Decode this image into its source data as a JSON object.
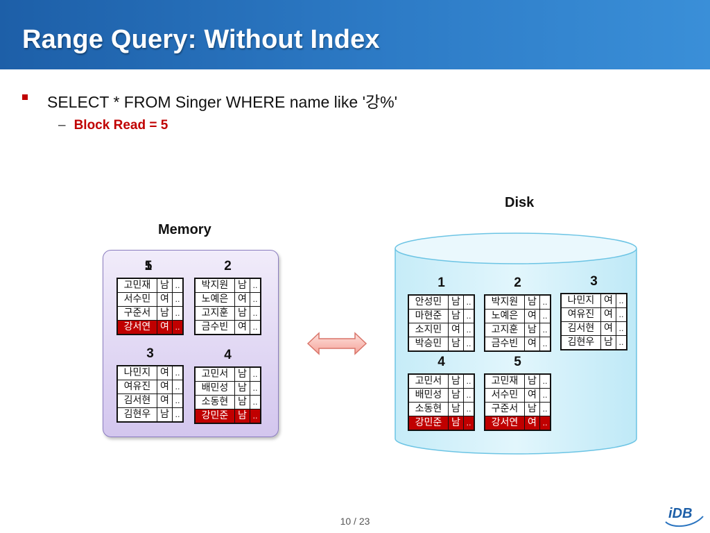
{
  "slide": {
    "title": "Range Query: Without Index",
    "bullet": "SELECT * FROM Singer WHERE name like '강%'",
    "sub_bullet": "Block Read = 5",
    "footer_page": "10 / 23",
    "logo_text": "iDB",
    "accent_color": "#c00000",
    "title_bar_color": "#2a74c0"
  },
  "memory": {
    "label": "Memory",
    "overlap_label_a": "5",
    "overlap_label_b": "1",
    "blocks": [
      {
        "num": "",
        "rows": [
          {
            "name": "고민재",
            "sex": "남",
            "dots": "..",
            "hl": false
          },
          {
            "name": "서수민",
            "sex": "여",
            "dots": "..",
            "hl": false
          },
          {
            "name": "구준서",
            "sex": "남",
            "dots": "..",
            "hl": false
          },
          {
            "name": "강서연",
            "sex": "여",
            "dots": "..",
            "hl": true
          }
        ]
      },
      {
        "num": "2",
        "rows": [
          {
            "name": "박지원",
            "sex": "남",
            "dots": "..",
            "hl": false
          },
          {
            "name": "노예은",
            "sex": "여",
            "dots": "..",
            "hl": false
          },
          {
            "name": "고지훈",
            "sex": "남",
            "dots": "..",
            "hl": false
          },
          {
            "name": "금수빈",
            "sex": "여",
            "dots": "..",
            "hl": false
          }
        ]
      },
      {
        "num": "3",
        "rows": [
          {
            "name": "나민지",
            "sex": "여",
            "dots": "..",
            "hl": false
          },
          {
            "name": "여유진",
            "sex": "여",
            "dots": "..",
            "hl": false
          },
          {
            "name": "김서현",
            "sex": "여",
            "dots": "..",
            "hl": false
          },
          {
            "name": "김현우",
            "sex": "남",
            "dots": "..",
            "hl": false
          }
        ]
      },
      {
        "num": "4",
        "rows": [
          {
            "name": "고민서",
            "sex": "남",
            "dots": "..",
            "hl": false
          },
          {
            "name": "배민성",
            "sex": "남",
            "dots": "..",
            "hl": false
          },
          {
            "name": "소동현",
            "sex": "남",
            "dots": "..",
            "hl": false
          },
          {
            "name": "강민준",
            "sex": "남",
            "dots": "..",
            "hl": true
          }
        ]
      }
    ]
  },
  "disk": {
    "label": "Disk",
    "blocks": [
      {
        "num": "1",
        "rows": [
          {
            "name": "안성민",
            "sex": "남",
            "dots": "..",
            "hl": false
          },
          {
            "name": "마현준",
            "sex": "남",
            "dots": "..",
            "hl": false
          },
          {
            "name": "소지민",
            "sex": "여",
            "dots": "..",
            "hl": false
          },
          {
            "name": "박승민",
            "sex": "남",
            "dots": "..",
            "hl": false
          }
        ]
      },
      {
        "num": "2",
        "rows": [
          {
            "name": "박지원",
            "sex": "남",
            "dots": "..",
            "hl": false
          },
          {
            "name": "노예은",
            "sex": "여",
            "dots": "..",
            "hl": false
          },
          {
            "name": "고지훈",
            "sex": "남",
            "dots": "..",
            "hl": false
          },
          {
            "name": "금수빈",
            "sex": "여",
            "dots": "..",
            "hl": false
          }
        ]
      },
      {
        "num": "3",
        "rows": [
          {
            "name": "나민지",
            "sex": "여",
            "dots": "..",
            "hl": false
          },
          {
            "name": "여유진",
            "sex": "여",
            "dots": "..",
            "hl": false
          },
          {
            "name": "김서현",
            "sex": "여",
            "dots": "..",
            "hl": false
          },
          {
            "name": "김현우",
            "sex": "남",
            "dots": "..",
            "hl": false
          }
        ]
      },
      {
        "num": "4",
        "rows": [
          {
            "name": "고민서",
            "sex": "남",
            "dots": "..",
            "hl": false
          },
          {
            "name": "배민성",
            "sex": "남",
            "dots": "..",
            "hl": false
          },
          {
            "name": "소동현",
            "sex": "남",
            "dots": "..",
            "hl": false
          },
          {
            "name": "강민준",
            "sex": "남",
            "dots": "..",
            "hl": true
          }
        ]
      },
      {
        "num": "5",
        "rows": [
          {
            "name": "고민재",
            "sex": "남",
            "dots": "..",
            "hl": false
          },
          {
            "name": "서수민",
            "sex": "여",
            "dots": "..",
            "hl": false
          },
          {
            "name": "구준서",
            "sex": "남",
            "dots": "..",
            "hl": false
          },
          {
            "name": "강서연",
            "sex": "여",
            "dots": "..",
            "hl": true
          }
        ]
      }
    ]
  }
}
